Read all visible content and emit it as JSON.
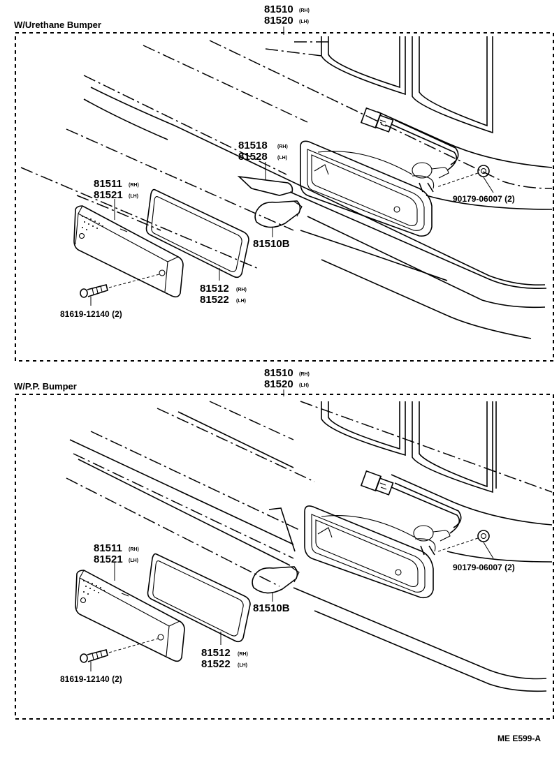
{
  "sections": [
    {
      "title": "W/Urethane Bumper",
      "assembly": {
        "part": "81510",
        "rh": "(RH)",
        "part2": "81520",
        "lh": "(LH)"
      },
      "socket": {
        "part": "81518",
        "rh": "(RH)",
        "part2": "81528",
        "lh": "(LH)"
      },
      "lens": {
        "part": "81511",
        "rh": "(RH)",
        "part2": "81521",
        "lh": "(LH)"
      },
      "gasket": {
        "part": "81512",
        "rh": "(RH)",
        "part2": "81522",
        "lh": "(LH)"
      },
      "bulb": "81510B",
      "nut": "90179-06007 (2)",
      "screw": "81619-12140 (2)"
    },
    {
      "title": "W/P.P. Bumper",
      "assembly": {
        "part": "81510",
        "rh": "(RH)",
        "part2": "81520",
        "lh": "(LH)"
      },
      "lens": {
        "part": "81511",
        "rh": "(RH)",
        "part2": "81521",
        "lh": "(LH)"
      },
      "gasket": {
        "part": "81512",
        "rh": "(RH)",
        "part2": "81522",
        "lh": "(LH)"
      },
      "bulb": "81510B",
      "nut": "90179-06007 (2)",
      "screw": "81619-12140 (2)"
    }
  ],
  "figure_code": "ME E599-A"
}
